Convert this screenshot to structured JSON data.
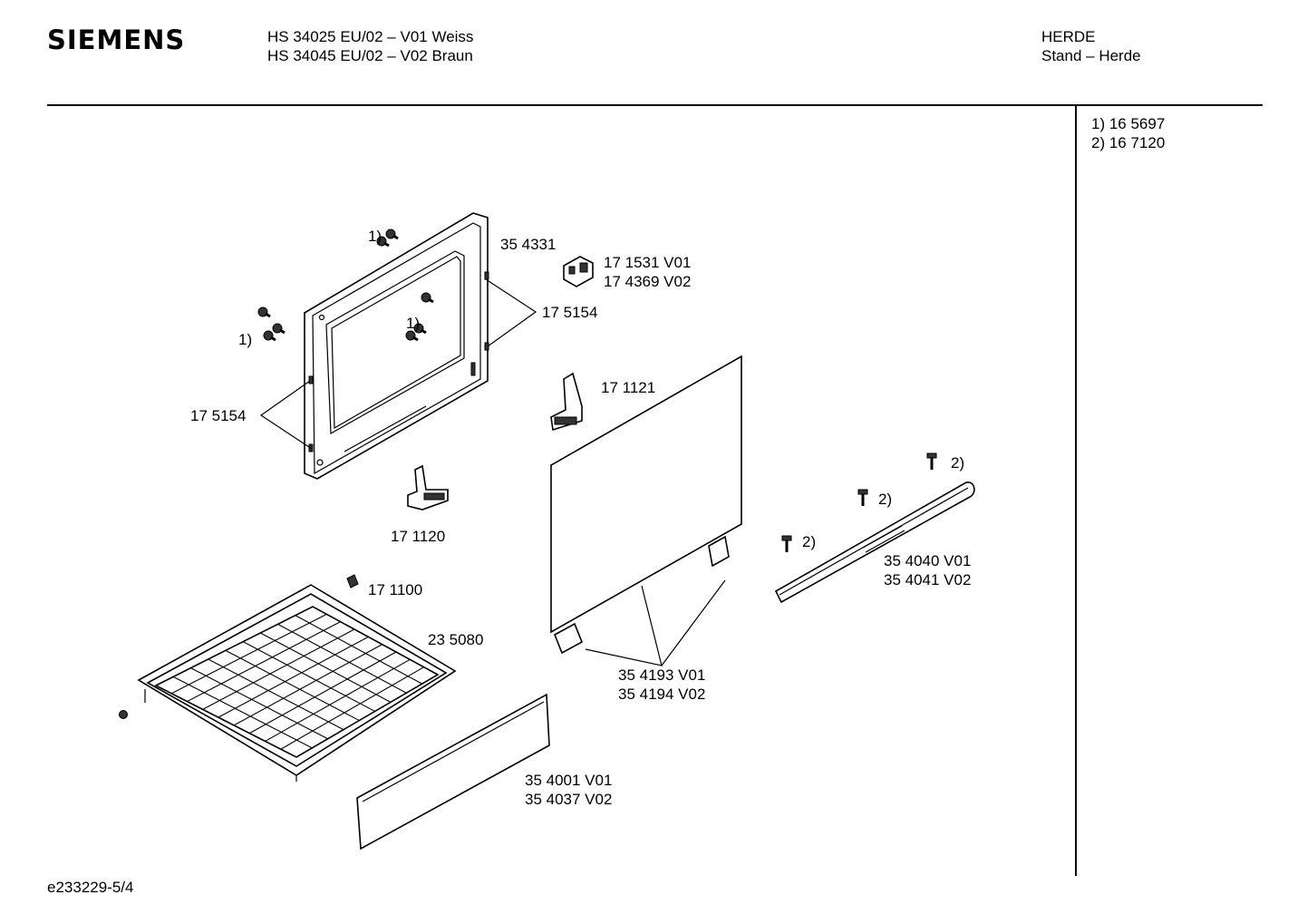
{
  "header": {
    "brand": "SIEMENS",
    "model_line_1": "HS 34025 EU/02 – V01 Weiss",
    "model_line_2": "HS 34045 EU/02 – V02 Braun",
    "category": "HERDE",
    "subcategory": "Stand – Herde"
  },
  "footnotes": [
    "1) 16 5697",
    "2) 16 7120"
  ],
  "part_labels": [
    {
      "id": "door-frame",
      "lines": [
        "35 4331"
      ]
    },
    {
      "id": "hinge-top",
      "lines": [
        "17 1531 V01",
        "17 4369 V02"
      ]
    },
    {
      "id": "spring-right",
      "lines": [
        "17 5154"
      ]
    },
    {
      "id": "spring-left",
      "lines": [
        "17 5154"
      ]
    },
    {
      "id": "screw-ref-left",
      "lines": [
        "1)"
      ]
    },
    {
      "id": "screw-ref-top",
      "lines": [
        "1)"
      ]
    },
    {
      "id": "screw-ref-center",
      "lines": [
        "1)"
      ]
    },
    {
      "id": "hinge-upper",
      "lines": [
        "17 1121"
      ]
    },
    {
      "id": "hinge-lower",
      "lines": [
        "17 1120"
      ]
    },
    {
      "id": "foot",
      "lines": [
        "17 1100"
      ]
    },
    {
      "id": "tray",
      "lines": [
        "23 5080"
      ]
    },
    {
      "id": "glass-clips",
      "lines": [
        "35 4193 V01",
        "35 4194 V02"
      ]
    },
    {
      "id": "panel",
      "lines": [
        "35 4001 V01",
        "35 4037 V02"
      ]
    },
    {
      "id": "handle",
      "lines": [
        "35 4040 V01",
        "35 4041 V02"
      ]
    },
    {
      "id": "screw-ref-1",
      "lines": [
        "2)"
      ]
    },
    {
      "id": "screw-ref-2",
      "lines": [
        "2)"
      ]
    },
    {
      "id": "screw-ref-3",
      "lines": [
        "2)"
      ]
    }
  ],
  "footer": {
    "drawing_code": "e233229-5/4"
  }
}
